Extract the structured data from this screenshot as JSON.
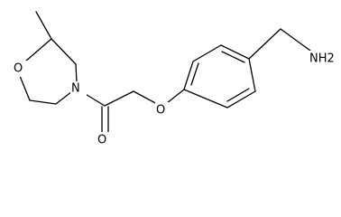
{
  "molecule": {
    "atoms": {
      "ring_oxygen": "O",
      "ring_nitrogen": "N",
      "ether_oxygen": "O",
      "carbonyl_oxygen": "O",
      "amine": "NH2"
    }
  }
}
